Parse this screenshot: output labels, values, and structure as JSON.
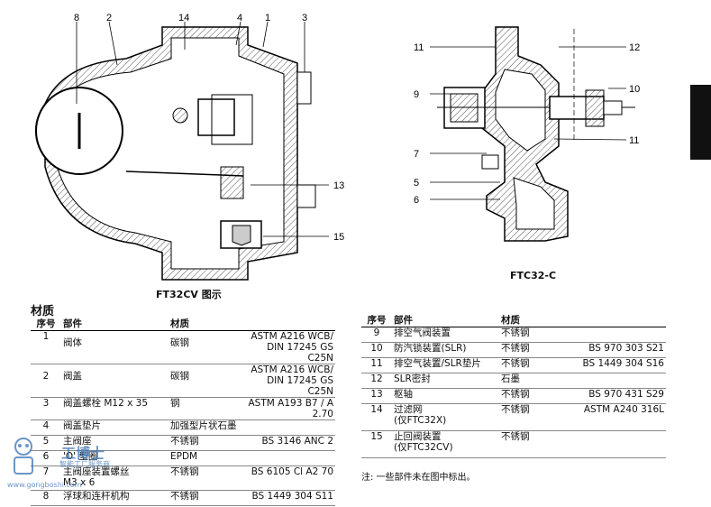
{
  "diagrams": {
    "left": {
      "caption": "FT32CV 图示",
      "callouts": {
        "c8": "8",
        "c2": "2",
        "c14": "14",
        "c4": "4",
        "c1": "1",
        "c3": "3",
        "c13": "13",
        "c15": "15"
      }
    },
    "right": {
      "caption": "FTC32-C",
      "callouts": {
        "c11a": "11",
        "c12": "12",
        "c9": "9",
        "c10": "10",
        "c11b": "11",
        "c7": "7",
        "c5": "5",
        "c6": "6"
      }
    }
  },
  "materials": {
    "title": "材质",
    "headers": {
      "no": "序号",
      "part": "部件",
      "material": "材质"
    },
    "left_rows": [
      {
        "no": "1",
        "part": "阀体",
        "material": "碳钢",
        "spec1": "ASTM A216 WCB/",
        "spec2": "DIN 17245 GS C25N"
      },
      {
        "no": "2",
        "part": "阀盖",
        "material": "碳钢",
        "spec1": "ASTM A216 WCB/",
        "spec2": "DIN 17245 GS C25N"
      },
      {
        "no": "3",
        "part": "阀盖螺栓 M12 x 35",
        "material": "钢",
        "spec1": "ASTM A193 B7 / A 2.70",
        "spec2": ""
      },
      {
        "no": "4",
        "part": "阀盖垫片",
        "material": "加强型片状石墨",
        "spec1": "",
        "spec2": ""
      },
      {
        "no": "5",
        "part": "主阀座",
        "material": "不锈钢",
        "spec1": "BS 3146 ANC 2",
        "spec2": ""
      },
      {
        "no": "6",
        "part": "'O' 型圈",
        "material": "EPDM",
        "spec1": "",
        "spec2": ""
      },
      {
        "no": "7",
        "part": "主阀座装置螺丝",
        "part2": "M3 x 6",
        "material": "不锈钢",
        "spec1": "BS 6105 Cl A2 70",
        "spec2": ""
      },
      {
        "no": "8",
        "part": "浮球和连杆机构",
        "material": "不锈钢",
        "spec1": "BS 1449 304 S11",
        "spec2": ""
      }
    ],
    "right_rows": [
      {
        "no": "9",
        "part": "排空气阀装置",
        "material": "不锈钢",
        "spec1": ""
      },
      {
        "no": "10",
        "part": "防汽锁装置(SLR)",
        "material": "不锈钢",
        "spec1": "BS 970 303 S21"
      },
      {
        "no": "11",
        "part": "排空气装置/SLR垫片",
        "material": "不锈钢",
        "spec1": "BS 1449 304 S16"
      },
      {
        "no": "12",
        "part": "SLR密封",
        "material": "石墨",
        "spec1": ""
      },
      {
        "no": "13",
        "part": "枢轴",
        "material": "不锈钢",
        "spec1": "BS 970 431 S29"
      },
      {
        "no": "14",
        "part": "过滤网",
        "part2": "(仅FTC32X)",
        "material": "不锈钢",
        "spec1": "ASTM A240 316L"
      },
      {
        "no": "15",
        "part": "止回阀装置",
        "part2": "(仅FTC32CV)",
        "material": "不锈钢",
        "spec1": ""
      }
    ],
    "note": "注: 一些部件未在图中标出。"
  },
  "watermark": {
    "brand": "工博士",
    "sub": "智能工厂服务商",
    "url": "www.gongboshi.com"
  },
  "colors": {
    "ink": "#111111",
    "hatch": "#555555",
    "watermark": "#3a73b5"
  }
}
